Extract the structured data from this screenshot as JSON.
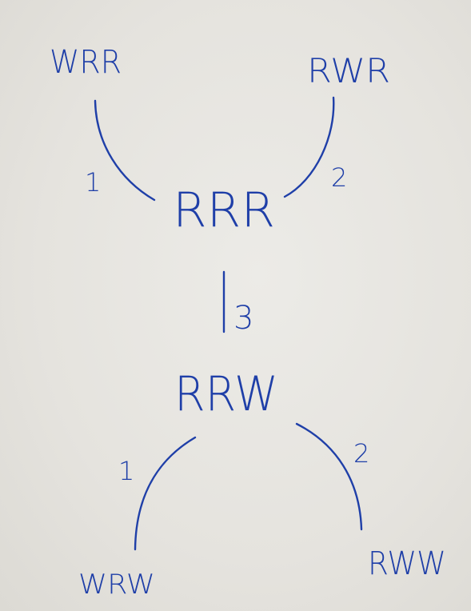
{
  "ink_color": "#1f3fa8",
  "paper_color": "#e6e4df",
  "nodes": {
    "wrr": "WRR",
    "rwr": "RWR",
    "rrr": "RRR",
    "rrw": "RRW",
    "wrw": "WRW",
    "rww": "RWW"
  },
  "edges": {
    "wrr_rrr": "1",
    "rwr_rrr": "2",
    "rrr_rrw": "3",
    "rrw_wrw": "1",
    "rrw_rww": "2"
  }
}
